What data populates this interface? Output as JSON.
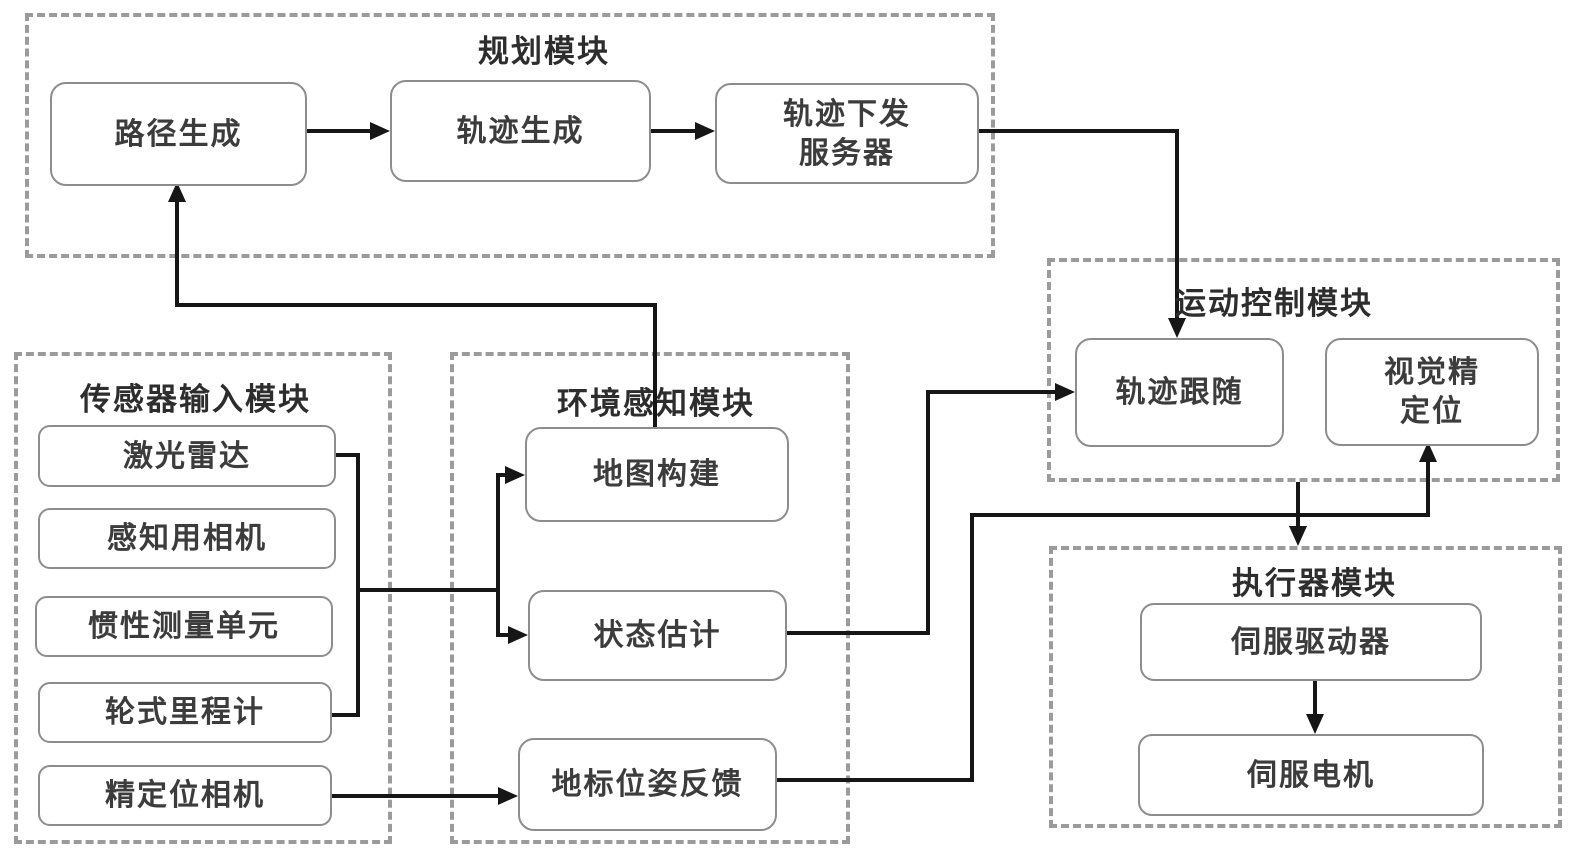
{
  "diagram": {
    "colors": {
      "line": "#161616",
      "module_border": "#9b9b9b",
      "node_border": "#8d8d8d",
      "text": "#3c3c3c",
      "background": "#ffffff"
    },
    "modules": [
      {
        "id": "planning",
        "title": "规划模块"
      },
      {
        "id": "sensor-input",
        "title": "传感器输入模块"
      },
      {
        "id": "environment-perception",
        "title": "环境感知模块"
      },
      {
        "id": "motion-control",
        "title": "运动控制模块"
      },
      {
        "id": "actuator",
        "title": "执行器模块"
      }
    ],
    "nodes": [
      {
        "id": "path-generation",
        "module": "planning",
        "label": "路径生成"
      },
      {
        "id": "trajectory-generation",
        "module": "planning",
        "label": "轨迹生成"
      },
      {
        "id": "trajectory-dispatch-server",
        "module": "planning",
        "label": "轨迹下发服务器"
      },
      {
        "id": "lidar",
        "module": "sensor-input",
        "label": "激光雷达"
      },
      {
        "id": "perception-camera",
        "module": "sensor-input",
        "label": "感知用相机"
      },
      {
        "id": "imu",
        "module": "sensor-input",
        "label": "惯性测量单元"
      },
      {
        "id": "wheel-odometer",
        "module": "sensor-input",
        "label": "轮式里程计"
      },
      {
        "id": "precise-positioning-camera",
        "module": "sensor-input",
        "label": "精定位相机"
      },
      {
        "id": "map-building",
        "module": "environment-perception",
        "label": "地图构建"
      },
      {
        "id": "state-estimation",
        "module": "environment-perception",
        "label": "状态估计"
      },
      {
        "id": "landmark-pose-feedback",
        "module": "environment-perception",
        "label": "地标位姿反馈"
      },
      {
        "id": "trajectory-following",
        "module": "motion-control",
        "label": "轨迹跟随"
      },
      {
        "id": "visual-precise-positioning",
        "module": "motion-control",
        "label": "视觉精定位"
      },
      {
        "id": "servo-driver",
        "module": "actuator",
        "label": "伺服驱动器"
      },
      {
        "id": "servo-motor",
        "module": "actuator",
        "label": "伺服电机"
      }
    ],
    "connections": [
      {
        "from": "path-generation",
        "to": "trajectory-generation"
      },
      {
        "from": "trajectory-generation",
        "to": "trajectory-dispatch-server"
      },
      {
        "from": "trajectory-dispatch-server",
        "to": "trajectory-following"
      },
      {
        "from": "map-building",
        "to": "path-generation"
      },
      {
        "from": "lidar",
        "to": "sensor-bus"
      },
      {
        "from": "wheel-odometer",
        "to": "sensor-bus"
      },
      {
        "from": "sensor-bus",
        "to": "map-building"
      },
      {
        "from": "sensor-bus",
        "to": "state-estimation"
      },
      {
        "from": "state-estimation",
        "to": "map-building"
      },
      {
        "from": "state-estimation",
        "to": "trajectory-following"
      },
      {
        "from": "precise-positioning-camera",
        "to": "landmark-pose-feedback"
      },
      {
        "from": "landmark-pose-feedback",
        "to": "visual-precise-positioning"
      },
      {
        "from": "motion-control",
        "to": "actuator"
      },
      {
        "from": "servo-driver",
        "to": "servo-motor"
      }
    ]
  }
}
